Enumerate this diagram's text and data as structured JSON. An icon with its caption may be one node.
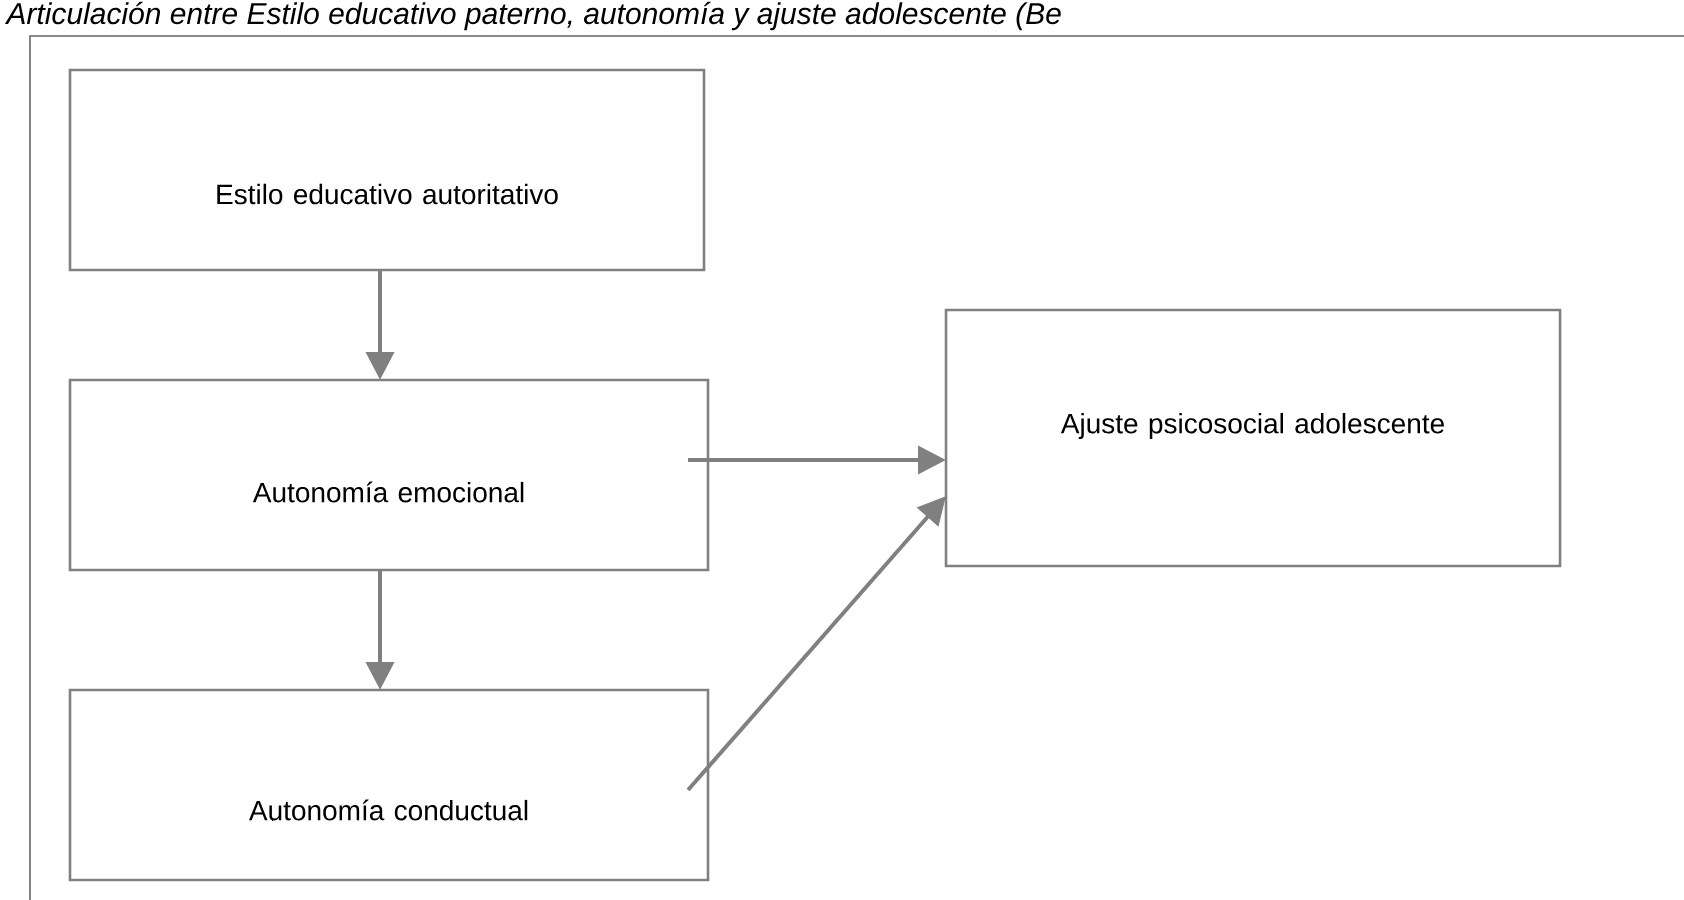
{
  "diagram": {
    "title": "Articulación entre Estilo educativo paterno, autonomía y ajuste adolescente (Be",
    "nodes": [
      {
        "text": [
          "Estilo educativo autoritativo"
        ]
      },
      {
        "text": [
          "Autonomía emocional"
        ]
      },
      {
        "text": [
          "Autonomía conductual"
        ]
      },
      {
        "text": [
          "Ajuste psicosocial adolescente"
        ]
      }
    ],
    "edges": [
      {
        "from": 0,
        "to": 1,
        "arrow": "to"
      },
      {
        "from": 1,
        "to": 2,
        "arrow": "to"
      },
      {
        "from": 1,
        "to": 3,
        "arrow": "to"
      },
      {
        "from": 2,
        "to": 3,
        "arrow": "to"
      }
    ]
  }
}
